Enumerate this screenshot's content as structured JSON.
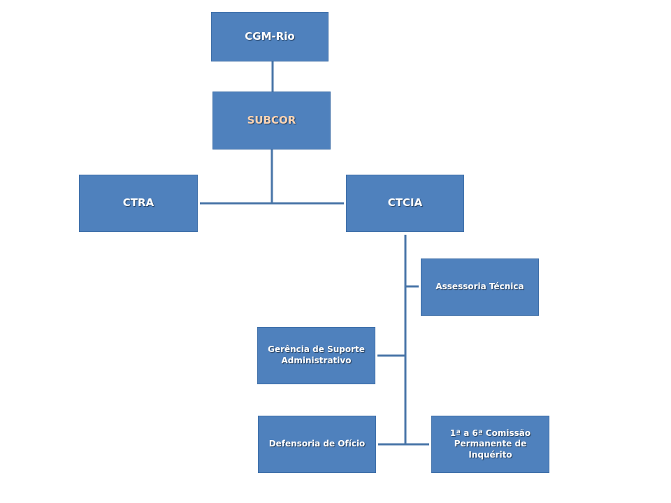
{
  "org_chart": {
    "nodes": {
      "cgm_rio": "CGM-Rio",
      "subcor": "SUBCOR",
      "ctra": "CTRA",
      "ctcia": "CTCIA",
      "assessoria": "Assessoria Técnica",
      "gerencia_line1": "Gerência de Suporte",
      "gerencia_line2": "Administrativo",
      "defensoria": "Defensoria de Ofício",
      "comissao_line1": "1ª a 6ª Comissão",
      "comissao_line2": "Permanente de Inquérito"
    },
    "colors": {
      "box_fill": "#4f81bd",
      "connector": "#4a76a8",
      "text": "#ffffff",
      "subcor_text": "#fbd4b4"
    }
  }
}
